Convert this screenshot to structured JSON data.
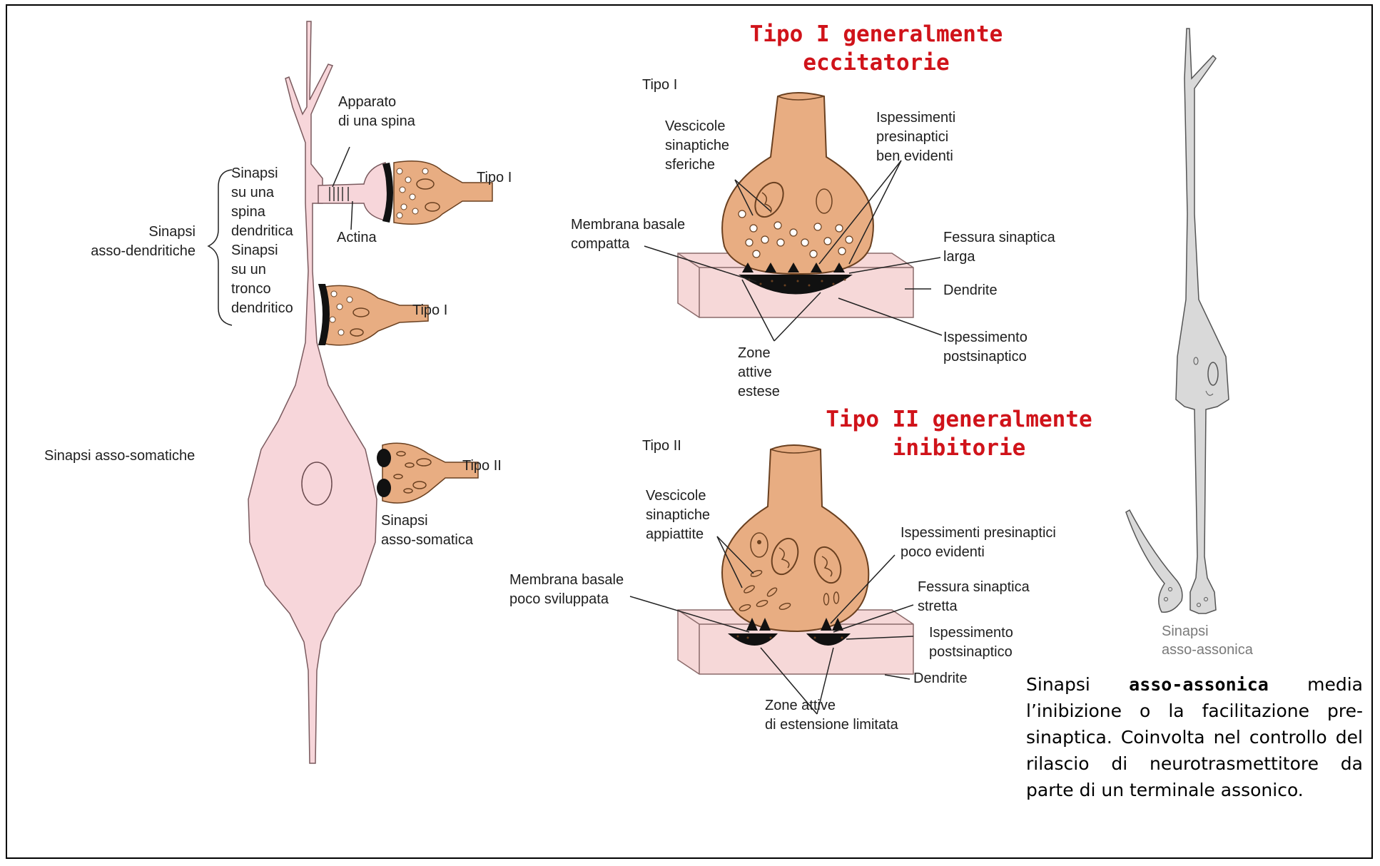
{
  "colors": {
    "cell_pink": "#f7d6da",
    "terminal_orange": "#e8ad82",
    "dendrite_box": "#f6d8d8",
    "title_red": "#d0131a"
  },
  "left_diagram": {
    "apparato": [
      "Apparato",
      "di una spina"
    ],
    "actina": "Actina",
    "spina_syn": [
      "Sinapsi",
      "su una",
      "spina",
      "dendritica"
    ],
    "tronco_syn": [
      "Sinapsi",
      "su un",
      "tronco",
      "dendritico"
    ],
    "asso_dendritiche": [
      "Sinapsi",
      "asso-dendritiche"
    ],
    "asso_somatiche": "Sinapsi asso-somatiche",
    "tipo_spine": "Tipo I",
    "tipo_trunk": "Tipo I",
    "tipo_soma": "Tipo II",
    "asso_somatica": [
      "Sinapsi",
      "asso-somatica"
    ]
  },
  "type1": {
    "title": [
      "Tipo I generalmente",
      "eccitatorie"
    ],
    "tag": "Tipo I",
    "vescicole": [
      "Vescicole",
      "sinaptiche",
      "sferiche"
    ],
    "ispessimenti": [
      "Ispessimenti",
      "presinaptici",
      "ben evidenti"
    ],
    "membrana": [
      "Membrana basale",
      "compatta"
    ],
    "fessura": [
      "Fessura sinaptica",
      "larga"
    ],
    "dendrite": "Dendrite",
    "ispessimento_post": [
      "Ispessimento",
      "postsinaptico"
    ],
    "zone": [
      "Zone",
      "attive",
      "estese"
    ]
  },
  "type2": {
    "title": [
      "Tipo II generalmente",
      "inibitorie"
    ],
    "tag": "Tipo II",
    "vescicole": [
      "Vescicole",
      "sinaptiche",
      "appiattite"
    ],
    "ispessimenti": [
      "Ispessimenti presinaptici",
      "poco evidenti"
    ],
    "membrana": [
      "Membrana basale",
      "poco sviluppata"
    ],
    "fessura": [
      "Fessura sinaptica",
      "stretta"
    ],
    "ispessimento_post": [
      "Ispessimento",
      "postsinaptico"
    ],
    "dendrite": "Dendrite",
    "zone": [
      "Zone attive",
      "di estensione limitata"
    ]
  },
  "axo_axonic": {
    "caption": [
      "Sinapsi",
      "asso-assonica"
    ],
    "text_before": "Sinapsi ",
    "text_bold": "asso-assonica",
    "text_after": " media l’inibizione o la facilitazione pre-sinaptica. Coinvolta nel controllo del rilascio di neurotrasmettitore da parte di un terminale assonico."
  }
}
